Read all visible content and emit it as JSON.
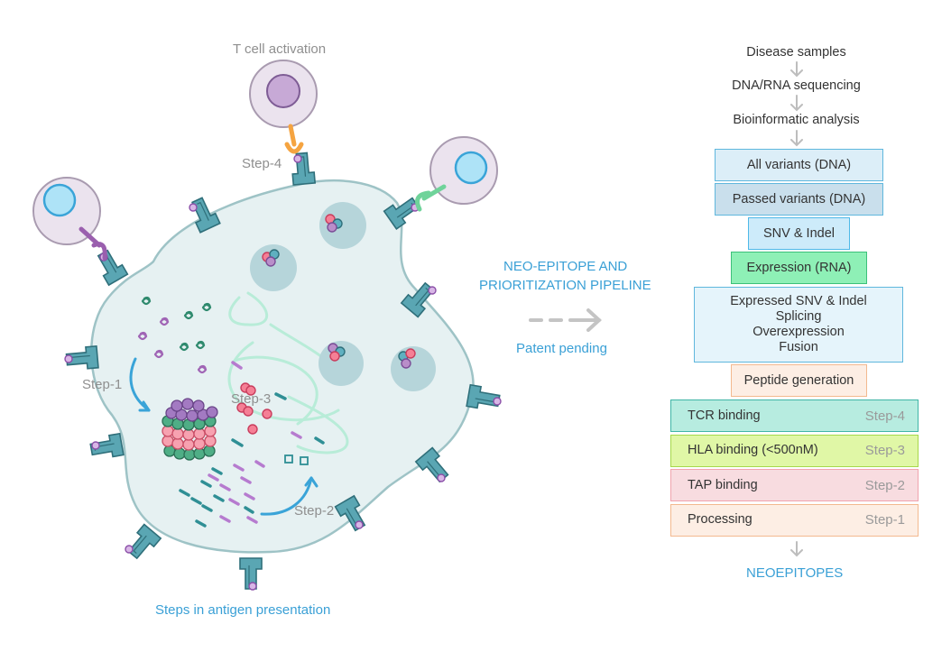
{
  "left_panel": {
    "t_cell_label": "T cell activation",
    "step4_label": "Step-4",
    "step3_label": "Step-3",
    "step2_label": "Step-2",
    "step1_label": "Step-1",
    "caption": "Steps in antigen presentation"
  },
  "middle": {
    "title_line1": "NEO-EPITOPE AND",
    "title_line2": "PRIORITIZATION PIPELINE",
    "subtitle": "Patent pending"
  },
  "pipeline": {
    "step1": "Disease samples",
    "step2": "DNA/RNA sequencing",
    "step3": "Bioinformatic analysis",
    "boxes": [
      {
        "lines": [
          "All variants (DNA)"
        ],
        "fill": "#dceef8",
        "border": "#5fb7dd"
      },
      {
        "lines": [
          "Passed variants (DNA)"
        ],
        "fill": "#c9dfec",
        "border": "#5fb7dd"
      },
      {
        "lines": [
          "SNV & Indel"
        ],
        "fill": "#cdebfa",
        "border": "#4fb9e8"
      },
      {
        "lines": [
          "Expression (RNA)"
        ],
        "fill": "#8ef0b6",
        "border": "#3cc07a"
      },
      {
        "lines": [
          "Expressed SNV & Indel",
          "Splicing",
          "Overexpression",
          "Fusion"
        ],
        "fill": "#e5f4fb",
        "border": "#5fb7dd"
      },
      {
        "lines": [
          "Peptide generation"
        ],
        "fill": "#fdeee4",
        "border": "#f3b98f"
      }
    ],
    "bindings": [
      {
        "label": "TCR binding",
        "step": "Step-4",
        "fill": "#b7ece0",
        "border": "#3fb5a6"
      },
      {
        "label": "HLA binding (<500nM)",
        "step": "Step-3",
        "fill": "#e0f7a6",
        "border": "#a6d84a"
      },
      {
        "label": "TAP binding",
        "step": "Step-2",
        "fill": "#f8dce0",
        "border": "#f0a3ad"
      },
      {
        "label": "Processing",
        "step": "Step-1",
        "fill": "#fdeee4",
        "border": "#f3b98f"
      }
    ],
    "result": "NEOEPITOPES"
  }
}
